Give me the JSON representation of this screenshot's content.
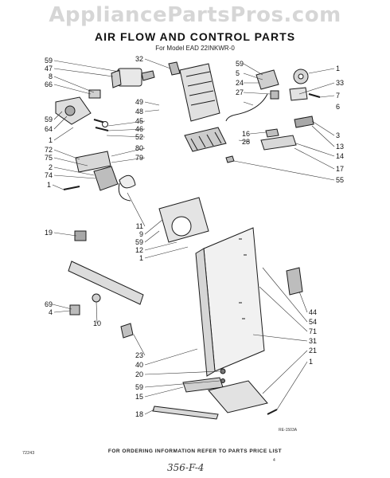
{
  "watermark": "AppliancePartsPros.com",
  "title": "AIR FLOW AND CONTROL PARTS",
  "subtitle": "For Model EAD 22INKWR-0",
  "footer": "FOR ORDERING INFORMATION REFER TO PARTS PRICE LIST",
  "drawing_number": "RE-1503A",
  "corner_code": "72243",
  "handwritten_note": "356-F-4",
  "tiny_mark": "4",
  "callouts_left": [
    "59",
    "47",
    "8",
    "66",
    "59",
    "64",
    "1",
    "72",
    "75",
    "2",
    "74",
    "1",
    "19",
    "69",
    "4",
    "10"
  ],
  "callouts_mid_left": [
    "32",
    "49",
    "48",
    "45",
    "46",
    "52",
    "80",
    "79",
    "11",
    "9",
    "59",
    "12",
    "1",
    "23",
    "40",
    "20",
    "59",
    "15",
    "18"
  ],
  "callouts_right": [
    "1",
    "59",
    "5",
    "24",
    "27",
    "33",
    "7",
    "6",
    "16",
    "28",
    "3",
    "13",
    "14",
    "17",
    "55",
    "44",
    "54",
    "71",
    "31",
    "21",
    "1"
  ]
}
